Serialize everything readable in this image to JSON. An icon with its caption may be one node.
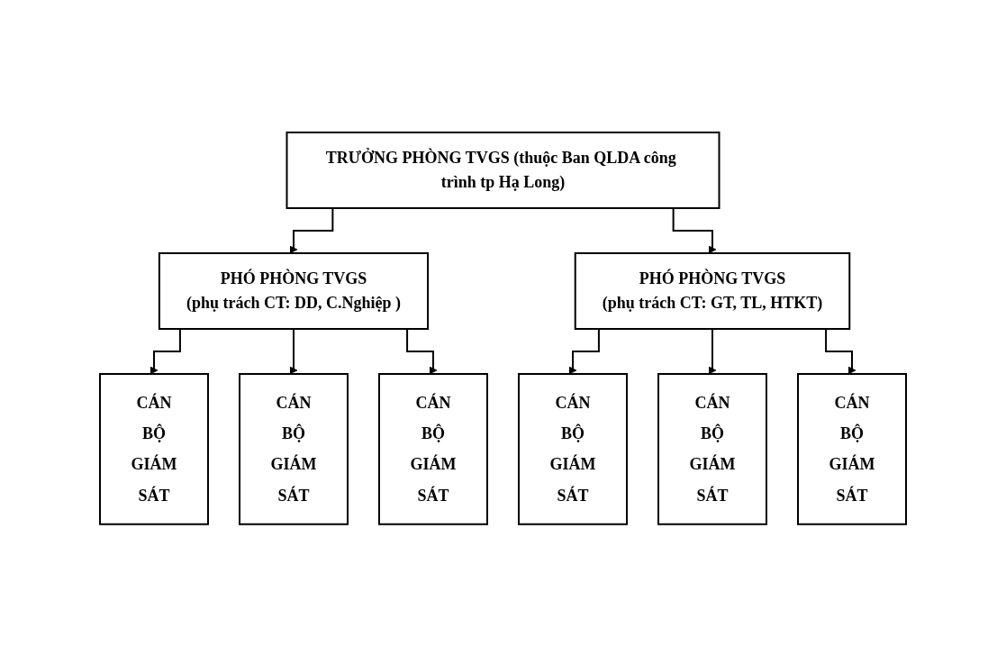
{
  "diagram": {
    "nodes": [
      {
        "text": [
          "TRƯỞNG PHÒNG TVGS (thuộc Ban QLDA công trình tp Hạ Long)"
        ]
      },
      {
        "text": [
          "PHÓ PHÒNG TVGS",
          "(phụ trách CT: DD, C.Nghiệp )"
        ]
      },
      {
        "text": [
          "PHÓ PHÒNG TVGS",
          "(phụ trách CT: GT, TL, HTKT)"
        ]
      },
      {
        "text": [
          "CÁN BỘ GIÁM SÁT"
        ]
      },
      {
        "text": [
          "CÁN BỘ GIÁM SÁT"
        ]
      },
      {
        "text": [
          "CÁN BỘ GIÁM SÁT"
        ]
      },
      {
        "text": [
          "CÁN BỘ GIÁM SÁT"
        ]
      },
      {
        "text": [
          "CÁN BỘ GIÁM SÁT"
        ]
      },
      {
        "text": [
          "CÁN BỘ GIÁM SÁT"
        ]
      }
    ],
    "edges": [
      {
        "from": 0,
        "to": 1,
        "arrow": "to"
      },
      {
        "from": 0,
        "to": 2,
        "arrow": "to"
      },
      {
        "from": 1,
        "to": 3,
        "arrow": "to"
      },
      {
        "from": 1,
        "to": 4,
        "arrow": "to"
      },
      {
        "from": 1,
        "to": 5,
        "arrow": "to"
      },
      {
        "from": 2,
        "to": 6,
        "arrow": "to"
      },
      {
        "from": 2,
        "to": 7,
        "arrow": "to"
      },
      {
        "from": 2,
        "to": 8,
        "arrow": "to"
      }
    ]
  }
}
